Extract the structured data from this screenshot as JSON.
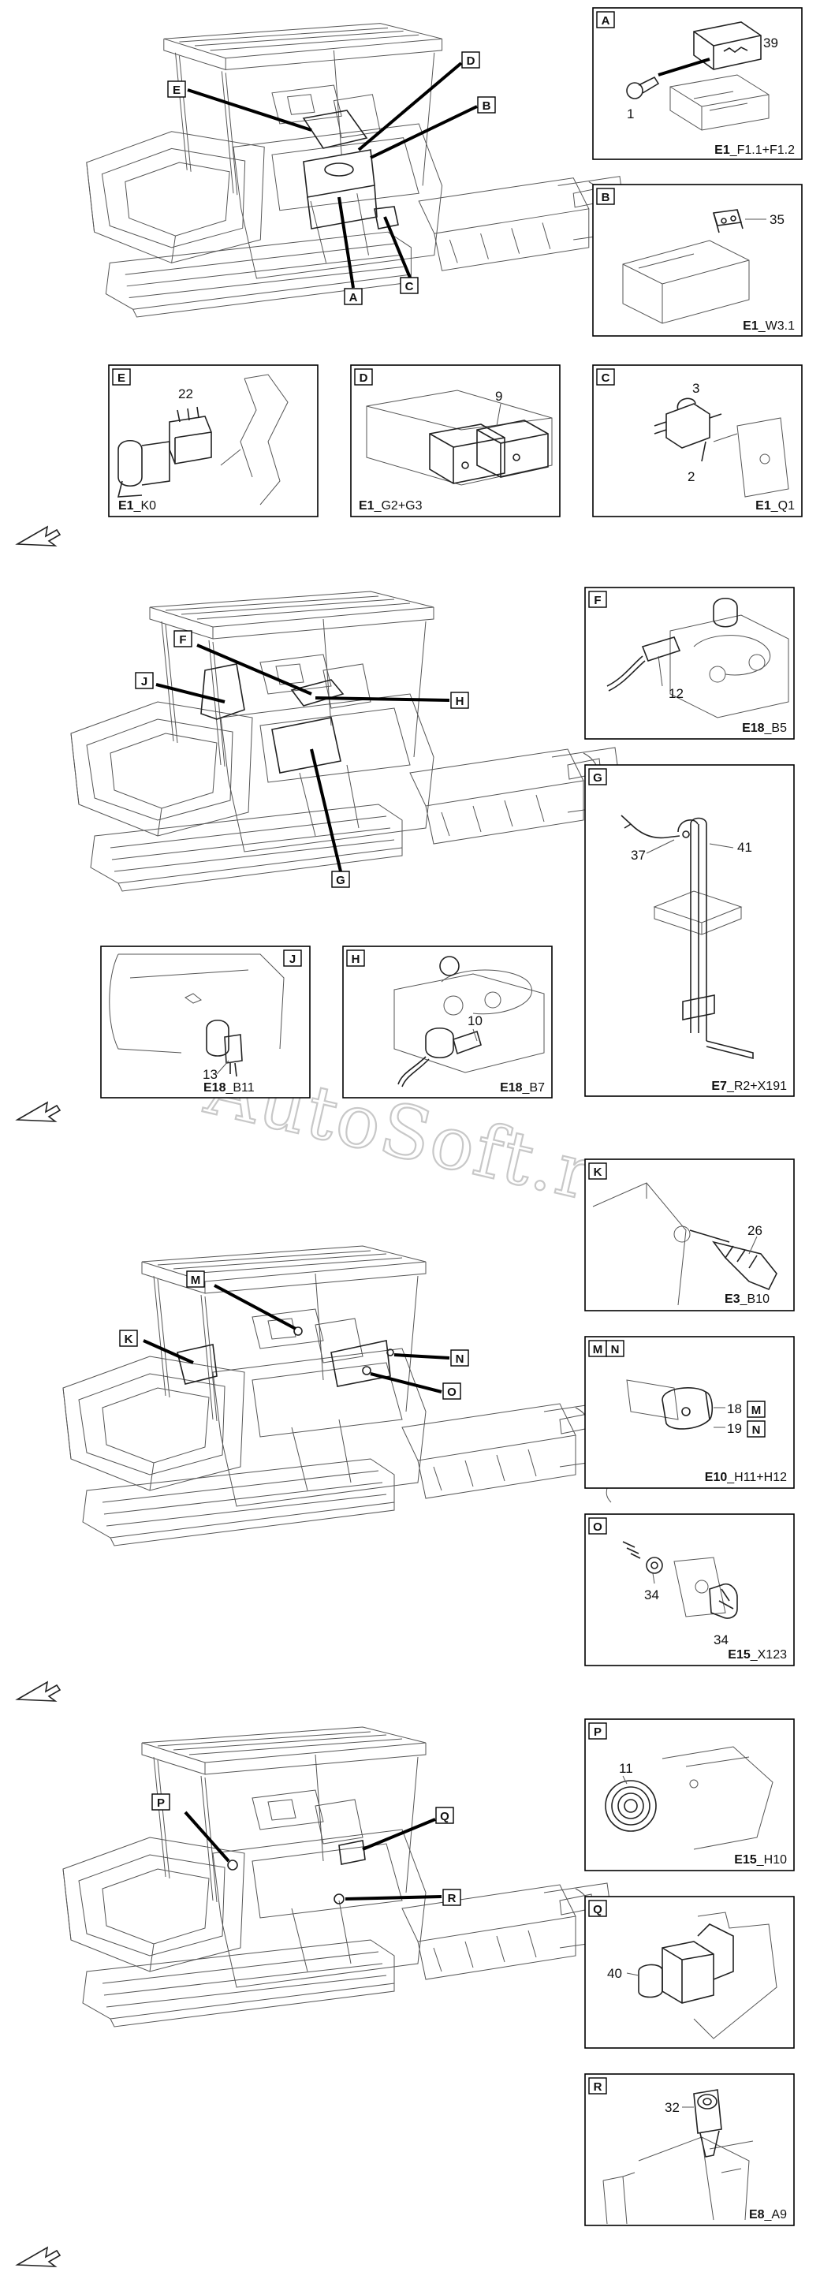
{
  "watermark": "AutoSoft.ru",
  "sections": [
    {
      "id": "s1",
      "callouts": [
        "E",
        "D",
        "B",
        "A",
        "C"
      ],
      "details": [
        {
          "letter": "A",
          "code_bold": "E1",
          "code_rest": "_F1.1+F1.2",
          "items": [
            "39",
            "1"
          ]
        },
        {
          "letter": "B",
          "code_bold": "E1",
          "code_rest": "_W3.1",
          "items": [
            "35"
          ]
        },
        {
          "letter": "E",
          "code_bold": "E1",
          "code_rest": "_K0",
          "items": [
            "22"
          ]
        },
        {
          "letter": "D",
          "code_bold": "E1",
          "code_rest": "_G2+G3",
          "items": [
            "9"
          ]
        },
        {
          "letter": "C",
          "code_bold": "E1",
          "code_rest": "_Q1",
          "items": [
            "3",
            "2"
          ]
        }
      ]
    },
    {
      "id": "s2",
      "callouts": [
        "F",
        "J",
        "H",
        "G"
      ],
      "details": [
        {
          "letter": "F",
          "code_bold": "E18",
          "code_rest": "_B5",
          "items": [
            "12"
          ]
        },
        {
          "letter": "G",
          "code_bold": "E7",
          "code_rest": "_R2+X191",
          "items": [
            "37",
            "41"
          ]
        },
        {
          "letter": "J",
          "code_bold": "E18",
          "code_rest": "_B11",
          "items": [
            "13"
          ]
        },
        {
          "letter": "H",
          "code_bold": "E18",
          "code_rest": "_B7",
          "items": [
            "10"
          ]
        }
      ]
    },
    {
      "id": "s3",
      "callouts": [
        "M",
        "K",
        "N",
        "O"
      ],
      "details": [
        {
          "letter": "K",
          "code_bold": "E3",
          "code_rest": "_B10",
          "items": [
            "26"
          ]
        },
        {
          "letter": "M",
          "letter2": "N",
          "code_bold": "E10",
          "code_rest": "_H11+H12",
          "items": [
            "18",
            "19"
          ],
          "item_tags": [
            "M",
            "N"
          ]
        },
        {
          "letter": "O",
          "code_bold": "E15",
          "code_rest": "_X123",
          "items": [
            "34",
            "34"
          ]
        }
      ]
    },
    {
      "id": "s4",
      "callouts": [
        "P",
        "Q",
        "R"
      ],
      "details": [
        {
          "letter": "P",
          "code_bold": "E15",
          "code_rest": "_H10",
          "items": [
            "11"
          ]
        },
        {
          "letter": "Q",
          "code_bold": "",
          "code_rest": "",
          "items": [
            "40"
          ]
        },
        {
          "letter": "R",
          "code_bold": "E8",
          "code_rest": "_A9",
          "items": [
            "32"
          ]
        }
      ]
    }
  ]
}
